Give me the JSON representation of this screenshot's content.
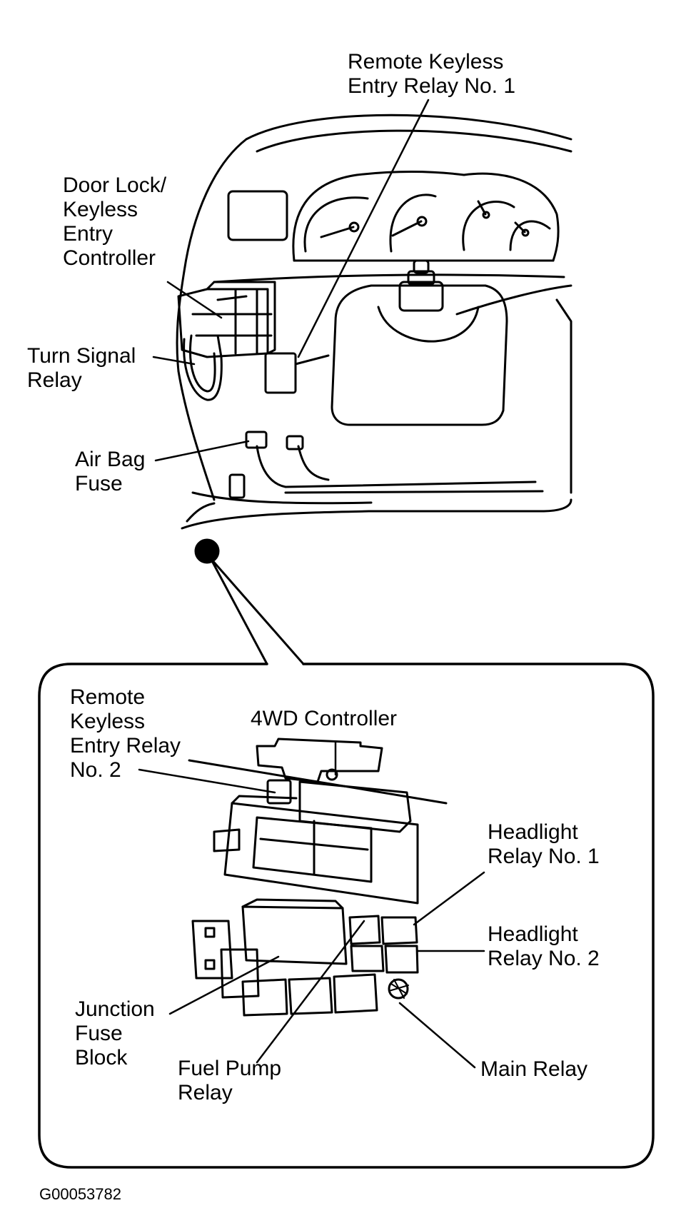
{
  "labels": {
    "remote_keyless_relay_1": "Remote Keyless\nEntry Relay No. 1",
    "door_lock_controller": "Door Lock/\nKeyless\nEntry\nController",
    "turn_signal_relay": "Turn Signal\nRelay",
    "air_bag_fuse": "Air Bag\nFuse",
    "remote_keyless_relay_2": "Remote\nKeyless\nEntry Relay\nNo. 2",
    "four_wd_controller": "4WD Controller",
    "headlight_relay_1": "Headlight\nRelay No. 1",
    "headlight_relay_2": "Headlight\nRelay No. 2",
    "junction_fuse_block": "Junction\nFuse\nBlock",
    "fuel_pump_relay": "Fuel Pump\nRelay",
    "main_relay": "Main Relay"
  },
  "figure_id": "G00053782",
  "colors": {
    "ink": "#000000",
    "paper": "#ffffff"
  }
}
